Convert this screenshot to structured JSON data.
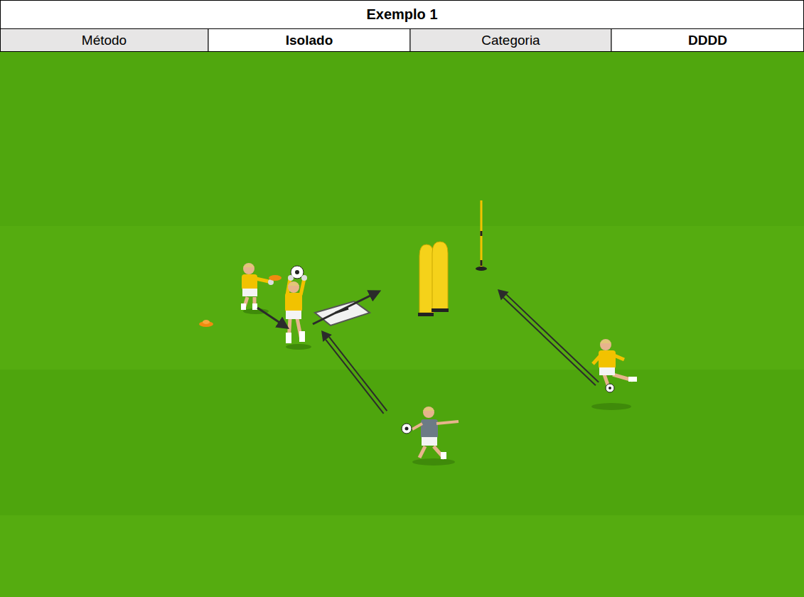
{
  "diagram": {
    "title": "Exemplo 1",
    "labels": [
      "Método",
      "Isolado",
      "Categoria",
      "DDDD"
    ]
  }
}
